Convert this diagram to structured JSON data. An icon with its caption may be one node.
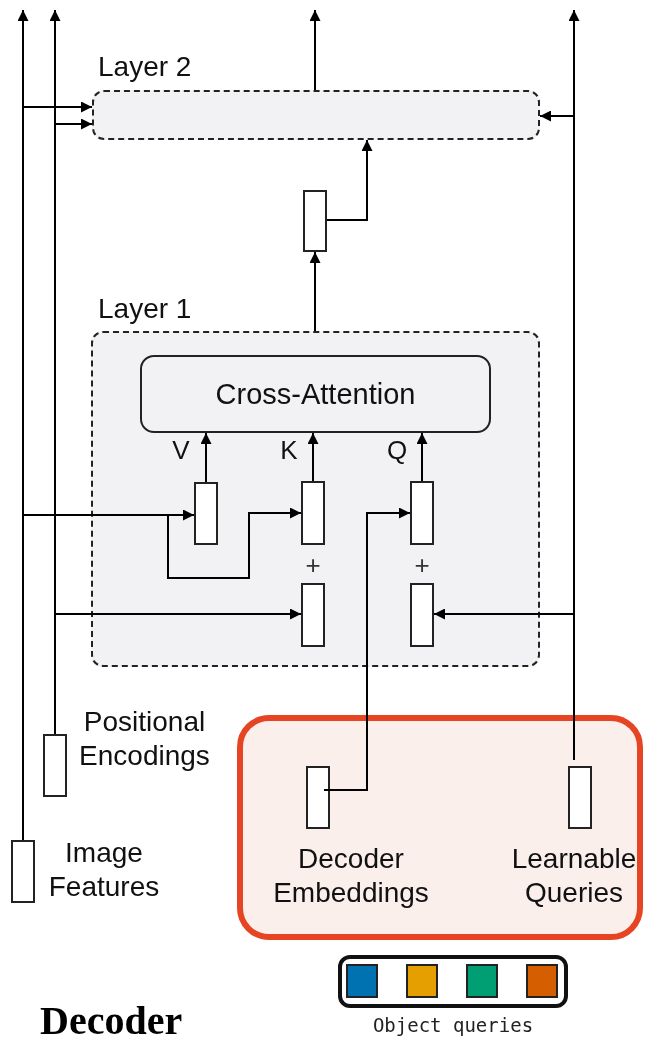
{
  "diagram": {
    "title": "Decoder",
    "nodes": [
      {
        "text": [
          "Layer 2"
        ]
      },
      {
        "text": [],
        "shape": "box"
      },
      {
        "text": [
          "Layer 1"
        ]
      },
      {
        "text": [
          "Cross-Attention"
        ],
        "in": 2
      },
      {
        "text": [],
        "shape": "box",
        "in": 2
      },
      {
        "text": [],
        "shape": "box",
        "in": 2
      },
      {
        "text": [],
        "shape": "box",
        "in": 2
      },
      {
        "text": [],
        "shape": "box",
        "in": 2
      },
      {
        "text": [],
        "shape": "box",
        "in": 2
      },
      {
        "text": [
          "Positional Encodings"
        ]
      },
      {
        "text": [
          "Image Features"
        ]
      },
      {
        "text": [],
        "shape": "box"
      },
      {
        "text": [
          "Decoder Embeddings"
        ],
        "in": 11
      },
      {
        "text": [
          "Learnable Queries"
        ],
        "in": 11
      },
      {
        "text": [
          "Object queries"
        ]
      },
      {
        "text": [],
        "shape": "box",
        "in": 14
      },
      {
        "text": [],
        "shape": "box",
        "in": 14
      },
      {
        "text": [],
        "shape": "box",
        "in": 14
      },
      {
        "text": [],
        "shape": "box",
        "in": 14
      }
    ],
    "edges": [
      {
        "from": 10,
        "to": null,
        "arrow": "to"
      },
      {
        "from": 9,
        "to": null,
        "arrow": "to"
      },
      {
        "from": 10,
        "to": 0,
        "arrow": "to"
      },
      {
        "from": 9,
        "to": 0,
        "arrow": "to"
      },
      {
        "from": 10,
        "to": 4,
        "arrow": "to"
      },
      {
        "from": 10,
        "to": 5,
        "arrow": "to"
      },
      {
        "from": 9,
        "to": 7,
        "arrow": "to"
      },
      {
        "from": 13,
        "to": null,
        "arrow": "to"
      },
      {
        "from": 13,
        "to": 0,
        "arrow": "to"
      },
      {
        "from": 13,
        "to": 8,
        "arrow": "to"
      },
      {
        "from": 12,
        "to": 6,
        "arrow": "to"
      },
      {
        "from": 4,
        "to": 3,
        "arrow": "to",
        "label": "V"
      },
      {
        "from": 5,
        "to": 3,
        "arrow": "to",
        "label": "K"
      },
      {
        "from": 6,
        "to": 3,
        "arrow": "to",
        "label": "Q"
      },
      {
        "from": 2,
        "to": 1,
        "arrow": "to"
      },
      {
        "from": 1,
        "to": 0,
        "arrow": "to"
      },
      {
        "from": 0,
        "to": null,
        "arrow": "to"
      }
    ],
    "labels": [
      "+",
      "+"
    ]
  }
}
